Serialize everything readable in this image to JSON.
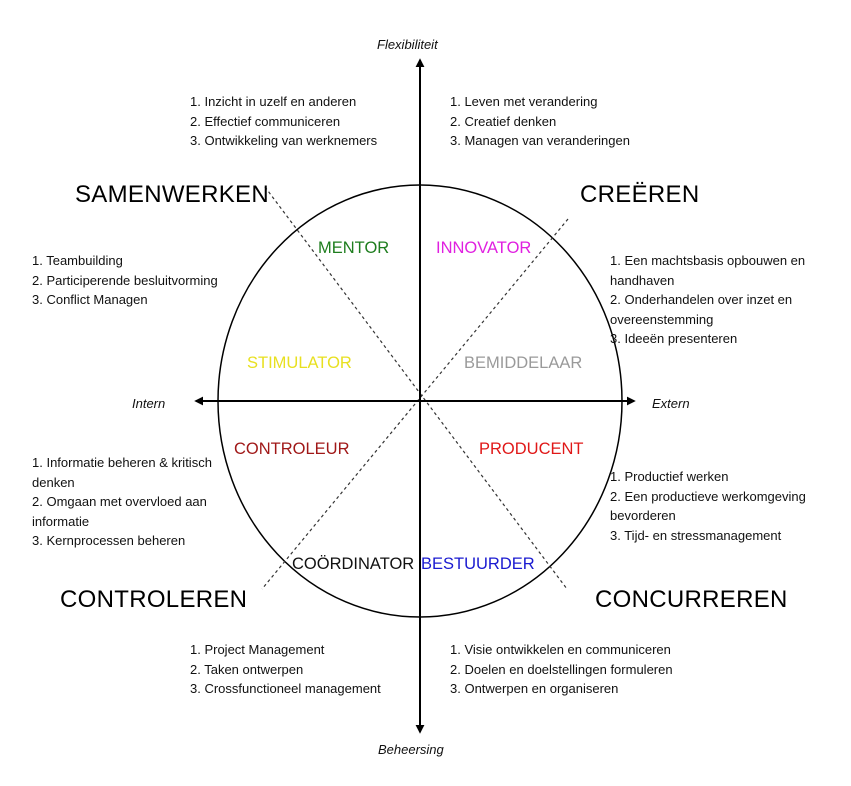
{
  "axes": {
    "top": "Flexibiliteit",
    "bottom": "Beheersing",
    "left": "Intern",
    "right": "Extern"
  },
  "quadrants": {
    "top_left": "SAMENWERKEN",
    "top_right": "CREËREN",
    "bottom_left": "CONTROLEREN",
    "bottom_right": "CONCURREREN"
  },
  "roles": {
    "mentor": {
      "label": "MENTOR",
      "color": "#1e7d1e"
    },
    "innovator": {
      "label": "INNOVATOR",
      "color": "#e020e0"
    },
    "stimulator": {
      "label": "STIMULATOR",
      "color": "#e8e020"
    },
    "bemiddelaar": {
      "label": "BEMIDDELAAR",
      "color": "#9a9a9a"
    },
    "controleur": {
      "label": "CONTROLEUR",
      "color": "#a01818"
    },
    "producent": {
      "label": "PRODUCENT",
      "color": "#e01818"
    },
    "coordinator": {
      "label": "COÖRDINATOR",
      "color": "#111111"
    },
    "bestuurder": {
      "label": "BESTUURDER",
      "color": "#1a1ad0"
    }
  },
  "lists": {
    "mentor": [
      "1. Inzicht in uzelf en anderen",
      "2. Effectief communiceren",
      "3. Ontwikkeling van werknemers"
    ],
    "innovator": [
      "1. Leven met verandering",
      "2. Creatief denken",
      "3. Managen van veranderingen"
    ],
    "stimulator": [
      "1. Teambuilding",
      "2. Participerende besluitvorming",
      "3. Conflict Managen"
    ],
    "bemiddelaar": [
      "1. Een machtsbasis opbouwen en handhaven",
      "2. Onderhandelen over inzet en overeenstemming",
      "3. Ideeën presenteren"
    ],
    "controleur": [
      "1. Informatie beheren & kritisch denken",
      "2. Omgaan met overvloed aan informatie",
      "3. Kernprocessen beheren"
    ],
    "producent": [
      "1. Productief werken",
      "2. Een productieve werkomgeving bevorderen",
      "3. Tijd- en stressmanagement"
    ],
    "coordinator": [
      "1. Project Management",
      "2. Taken ontwerpen",
      "3. Crossfunctioneel management"
    ],
    "bestuurder": [
      "1. Visie ontwikkelen en communiceren",
      "2. Doelen en doelstellingen formuleren",
      "3. Ontwerpen en organiseren"
    ]
  }
}
